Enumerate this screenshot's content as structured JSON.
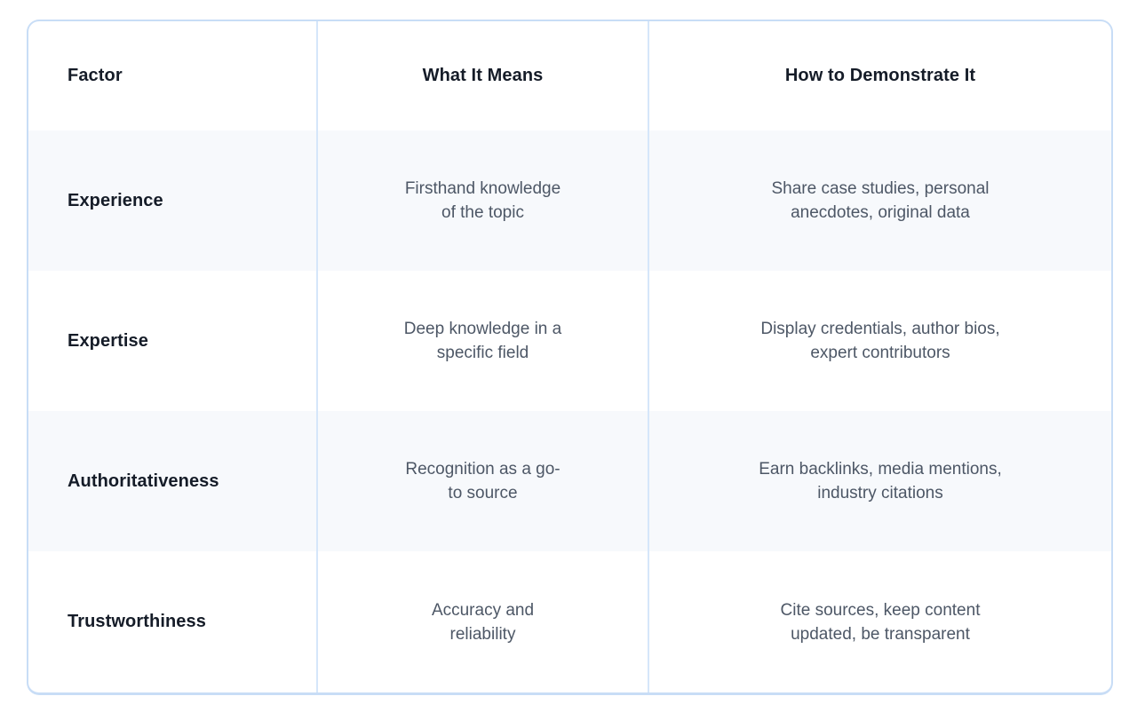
{
  "colors": {
    "border": "#c8ddf6",
    "divider": "#d5e6fa",
    "stripe": "#f7f9fc",
    "header_text": "#151c28",
    "body_text": "#4d5766",
    "page_bg": "#ffffff"
  },
  "table": {
    "headers": [
      {
        "label": "Factor"
      },
      {
        "label": "What It Means"
      },
      {
        "label": "How to Demonstrate It"
      }
    ],
    "rows": [
      {
        "factor": "Experience",
        "meaning": "Firsthand knowledge\nof the topic",
        "demonstrate": "Share case studies, personal\nanecdotes, original data"
      },
      {
        "factor": "Expertise",
        "meaning": "Deep knowledge in a\nspecific field",
        "demonstrate": "Display credentials, author bios,\nexpert contributors"
      },
      {
        "factor": "Authoritativeness",
        "meaning": "Recognition as a go-\nto source",
        "demonstrate": "Earn backlinks, media mentions,\nindustry citations"
      },
      {
        "factor": "Trustworthiness",
        "meaning": "Accuracy and\nreliability",
        "demonstrate": "Cite sources, keep content\nupdated, be transparent"
      }
    ]
  },
  "chart_data": {
    "type": "table",
    "title": "",
    "columns": [
      "Factor",
      "What It Means",
      "How to Demonstrate It"
    ],
    "rows": [
      [
        "Experience",
        "Firsthand knowledge of the topic",
        "Share case studies, personal anecdotes, original data"
      ],
      [
        "Expertise",
        "Deep knowledge in a specific field",
        "Display credentials, author bios, expert contributors"
      ],
      [
        "Authoritativeness",
        "Recognition as a go-to source",
        "Earn backlinks, media mentions, industry citations"
      ],
      [
        "Trustworthiness",
        "Accuracy and reliability",
        "Cite sources, keep content updated, be transparent"
      ]
    ]
  }
}
